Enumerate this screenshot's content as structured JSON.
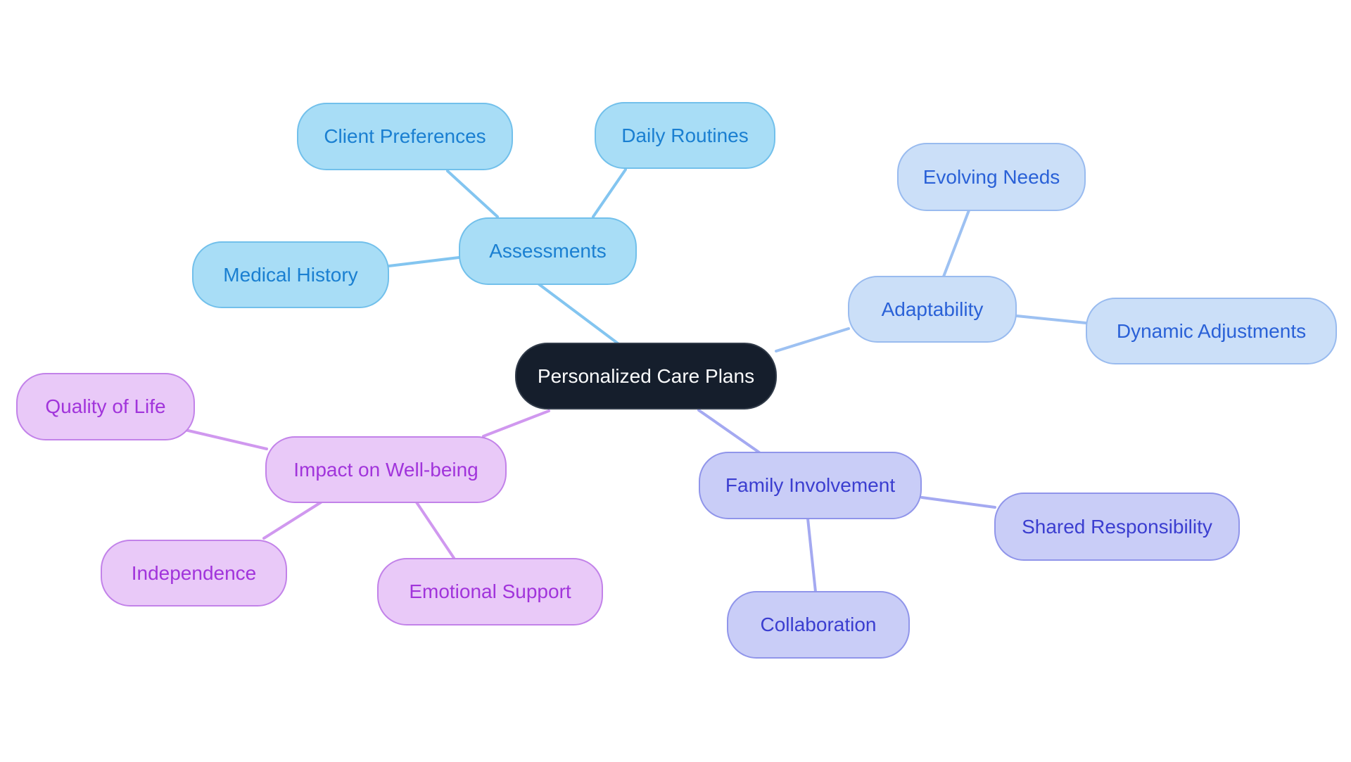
{
  "mindmap": {
    "root": "Personalized Care Plans",
    "branches": [
      {
        "label": "Assessments",
        "children": [
          "Client Preferences",
          "Daily Routines",
          "Medical History"
        ]
      },
      {
        "label": "Adaptability",
        "children": [
          "Evolving Needs",
          "Dynamic Adjustments"
        ]
      },
      {
        "label": "Family Involvement",
        "children": [
          "Shared Responsibility",
          "Collaboration"
        ]
      },
      {
        "label": "Impact on Well-being",
        "children": [
          "Quality of Life",
          "Independence",
          "Emotional Support"
        ]
      }
    ]
  },
  "edges": [
    {
      "from": "Client Preferences",
      "to": "Assessments"
    },
    {
      "from": "Daily Routines",
      "to": "Assessments"
    },
    {
      "from": "Medical History",
      "to": "Assessments"
    },
    {
      "from": "Assessments",
      "to": "Personalized Care Plans"
    },
    {
      "from": "Evolving Needs",
      "to": "Adaptability"
    },
    {
      "from": "Adaptability",
      "to": "Dynamic Adjustments"
    },
    {
      "from": "Personalized Care Plans",
      "to": "Adaptability"
    },
    {
      "from": "Personalized Care Plans",
      "to": "Family Involvement"
    },
    {
      "from": "Family Involvement",
      "to": "Shared Responsibility"
    },
    {
      "from": "Family Involvement",
      "to": "Collaboration"
    },
    {
      "from": "Personalized Care Plans",
      "to": "Impact on Well-being"
    },
    {
      "from": "Quality of Life",
      "to": "Impact on Well-being"
    },
    {
      "from": "Impact on Well-being",
      "to": "Independence"
    },
    {
      "from": "Impact on Well-being",
      "to": "Emotional Support"
    }
  ],
  "styles": {
    "background": "#ffffff",
    "central": {
      "fill": "#151e2c",
      "border": "#313b49",
      "text": "#fafbfc"
    },
    "branches": {
      "sky": {
        "fill": "#a8ddf6",
        "border": "#72c0eb",
        "text": "#1a7fd1",
        "line": "#83c5f0"
      },
      "azure": {
        "fill": "#cbdff8",
        "border": "#99bbef",
        "text": "#2a61d7",
        "line": "#9dc1f2"
      },
      "periwinkle": {
        "fill": "#c9cdf7",
        "border": "#9095ea",
        "text": "#3b3ed0",
        "line": "#a4a9f1"
      },
      "orchid": {
        "fill": "#e9c9f8",
        "border": "#c282e9",
        "text": "#a134db",
        "line": "#d098ef"
      }
    }
  }
}
